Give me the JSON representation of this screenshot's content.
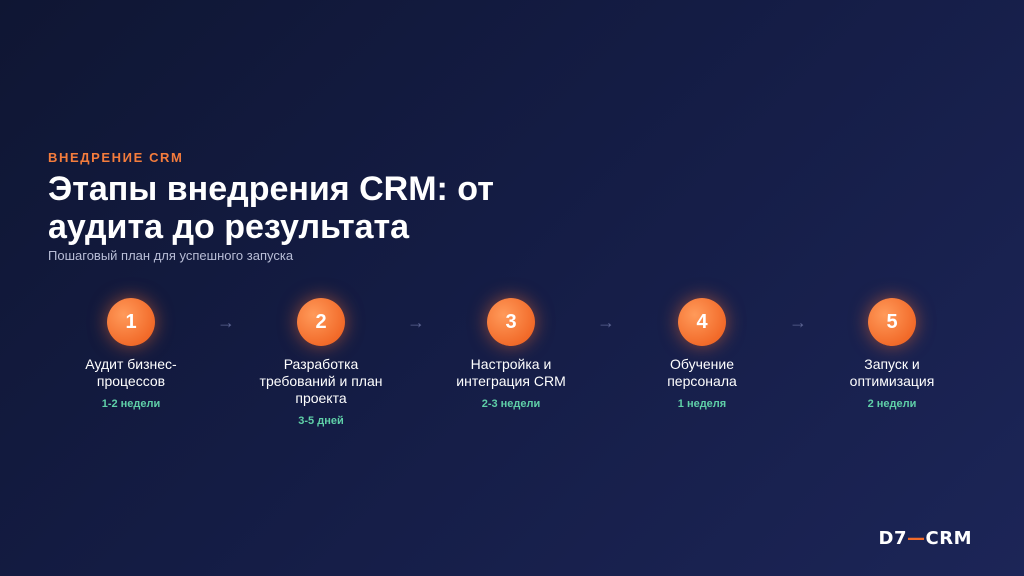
{
  "header": {
    "eyebrow": "ВНЕДРЕНИЕ CRM",
    "title": "Этапы внедрения CRM: от аудита до результата",
    "subtitle": "Пошаговый план для успешного запуска"
  },
  "steps": [
    {
      "number": "1",
      "title": "Аудит бизнес-процессов",
      "duration": "1-2 недели"
    },
    {
      "number": "2",
      "title": "Разработка требований и план проекта",
      "duration": "3-5 дней"
    },
    {
      "number": "3",
      "title": "Настройка и интеграция CRM",
      "duration": "2-3 недели"
    },
    {
      "number": "4",
      "title": "Обучение персонала",
      "duration": "1 неделя"
    },
    {
      "number": "5",
      "title": "Запуск и оптимизация",
      "duration": "2 недели"
    }
  ],
  "arrow_glyph": "→",
  "logo": {
    "left": "D7",
    "dash": "—",
    "right": "CRM"
  },
  "colors": {
    "accent": "#f26b2a",
    "duration": "#5fd0a8",
    "background": "#141c44"
  }
}
